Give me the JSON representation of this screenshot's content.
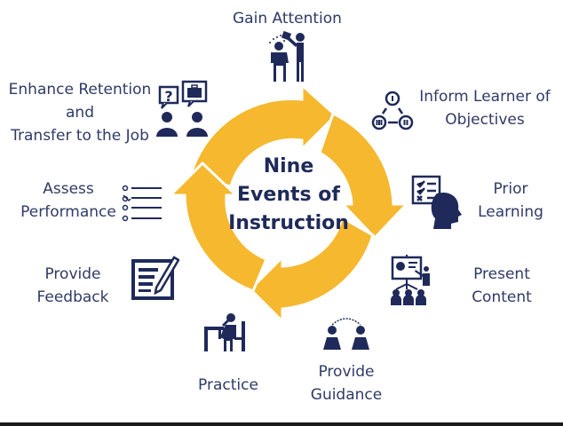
{
  "diagram": {
    "title_lines": [
      "Nine",
      "Events of",
      "Instruction"
    ],
    "colors": {
      "ring": "#f5b82e",
      "text": "#2f3a66",
      "icon": "#1f2a5a",
      "background": "#ffffff"
    },
    "cycle_direction": "clockwise",
    "arrow_count": 4,
    "events": [
      {
        "order": 1,
        "lines": [
          "Gain Attention"
        ],
        "icon": "pouring-water-on-person-icon"
      },
      {
        "order": 2,
        "lines": [
          "Inform Learner of",
          "Objectives"
        ],
        "icon": "numbered-cycle-icon"
      },
      {
        "order": 3,
        "lines": [
          "Prior",
          "Learning"
        ],
        "icon": "head-with-checklist-icon"
      },
      {
        "order": 4,
        "lines": [
          "Present",
          "Content"
        ],
        "icon": "presentation-audience-icon"
      },
      {
        "order": 5,
        "lines": [
          "Provide",
          "Guidance"
        ],
        "icon": "mentor-connection-icon"
      },
      {
        "order": 6,
        "lines": [
          "Practice"
        ],
        "icon": "person-at-desk-icon"
      },
      {
        "order": 7,
        "lines": [
          "Provide",
          "Feedback"
        ],
        "icon": "notepad-pencil-icon"
      },
      {
        "order": 8,
        "lines": [
          "Assess",
          "Performance"
        ],
        "icon": "checklist-icon"
      },
      {
        "order": 9,
        "lines": [
          "Enhance Retention",
          "and",
          "Transfer to the Job"
        ],
        "icon": "people-conversation-icon"
      }
    ]
  }
}
